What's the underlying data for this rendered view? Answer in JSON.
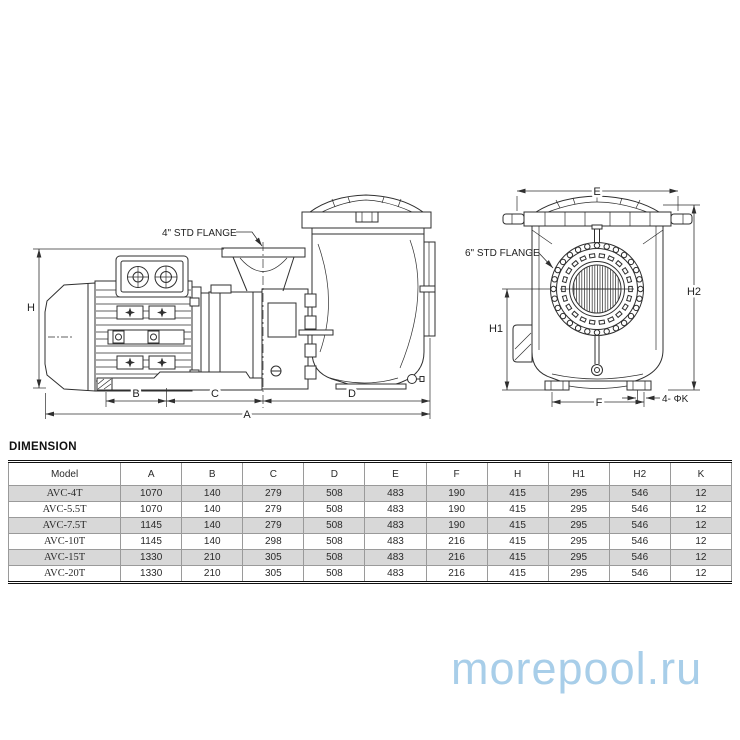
{
  "drawing": {
    "side": {
      "flange": "4\" STD FLANGE",
      "h": "H",
      "b": "B",
      "c": "C",
      "d": "D",
      "a": "A"
    },
    "front": {
      "flange": "6\" STD FLANGE",
      "e": "E",
      "h1": "H1",
      "h2": "H2",
      "f": "F",
      "k": "4- ΦK"
    }
  },
  "table": {
    "title": "DIMENSION",
    "headers": [
      "Model",
      "A",
      "B",
      "C",
      "D",
      "E",
      "F",
      "H",
      "H1",
      "H2",
      "K"
    ],
    "rows": [
      [
        "AVC-4T",
        "1070",
        "140",
        "279",
        "508",
        "483",
        "190",
        "415",
        "295",
        "546",
        "12"
      ],
      [
        "AVC-5.5T",
        "1070",
        "140",
        "279",
        "508",
        "483",
        "190",
        "415",
        "295",
        "546",
        "12"
      ],
      [
        "AVC-7.5T",
        "1145",
        "140",
        "279",
        "508",
        "483",
        "190",
        "415",
        "295",
        "546",
        "12"
      ],
      [
        "AVC-10T",
        "1145",
        "140",
        "298",
        "508",
        "483",
        "216",
        "415",
        "295",
        "546",
        "12"
      ],
      [
        "AVC-15T",
        "1330",
        "210",
        "305",
        "508",
        "483",
        "216",
        "415",
        "295",
        "546",
        "12"
      ],
      [
        "AVC-20T",
        "1330",
        "210",
        "305",
        "508",
        "483",
        "216",
        "415",
        "295",
        "546",
        "12"
      ]
    ]
  },
  "watermark": "morepool.ru",
  "colors": {
    "line": "#2f2f2f",
    "row_shade": "#d8d8d8",
    "watermark_blue": "#a8cee9",
    "table_rule": "#9a9a9a"
  }
}
